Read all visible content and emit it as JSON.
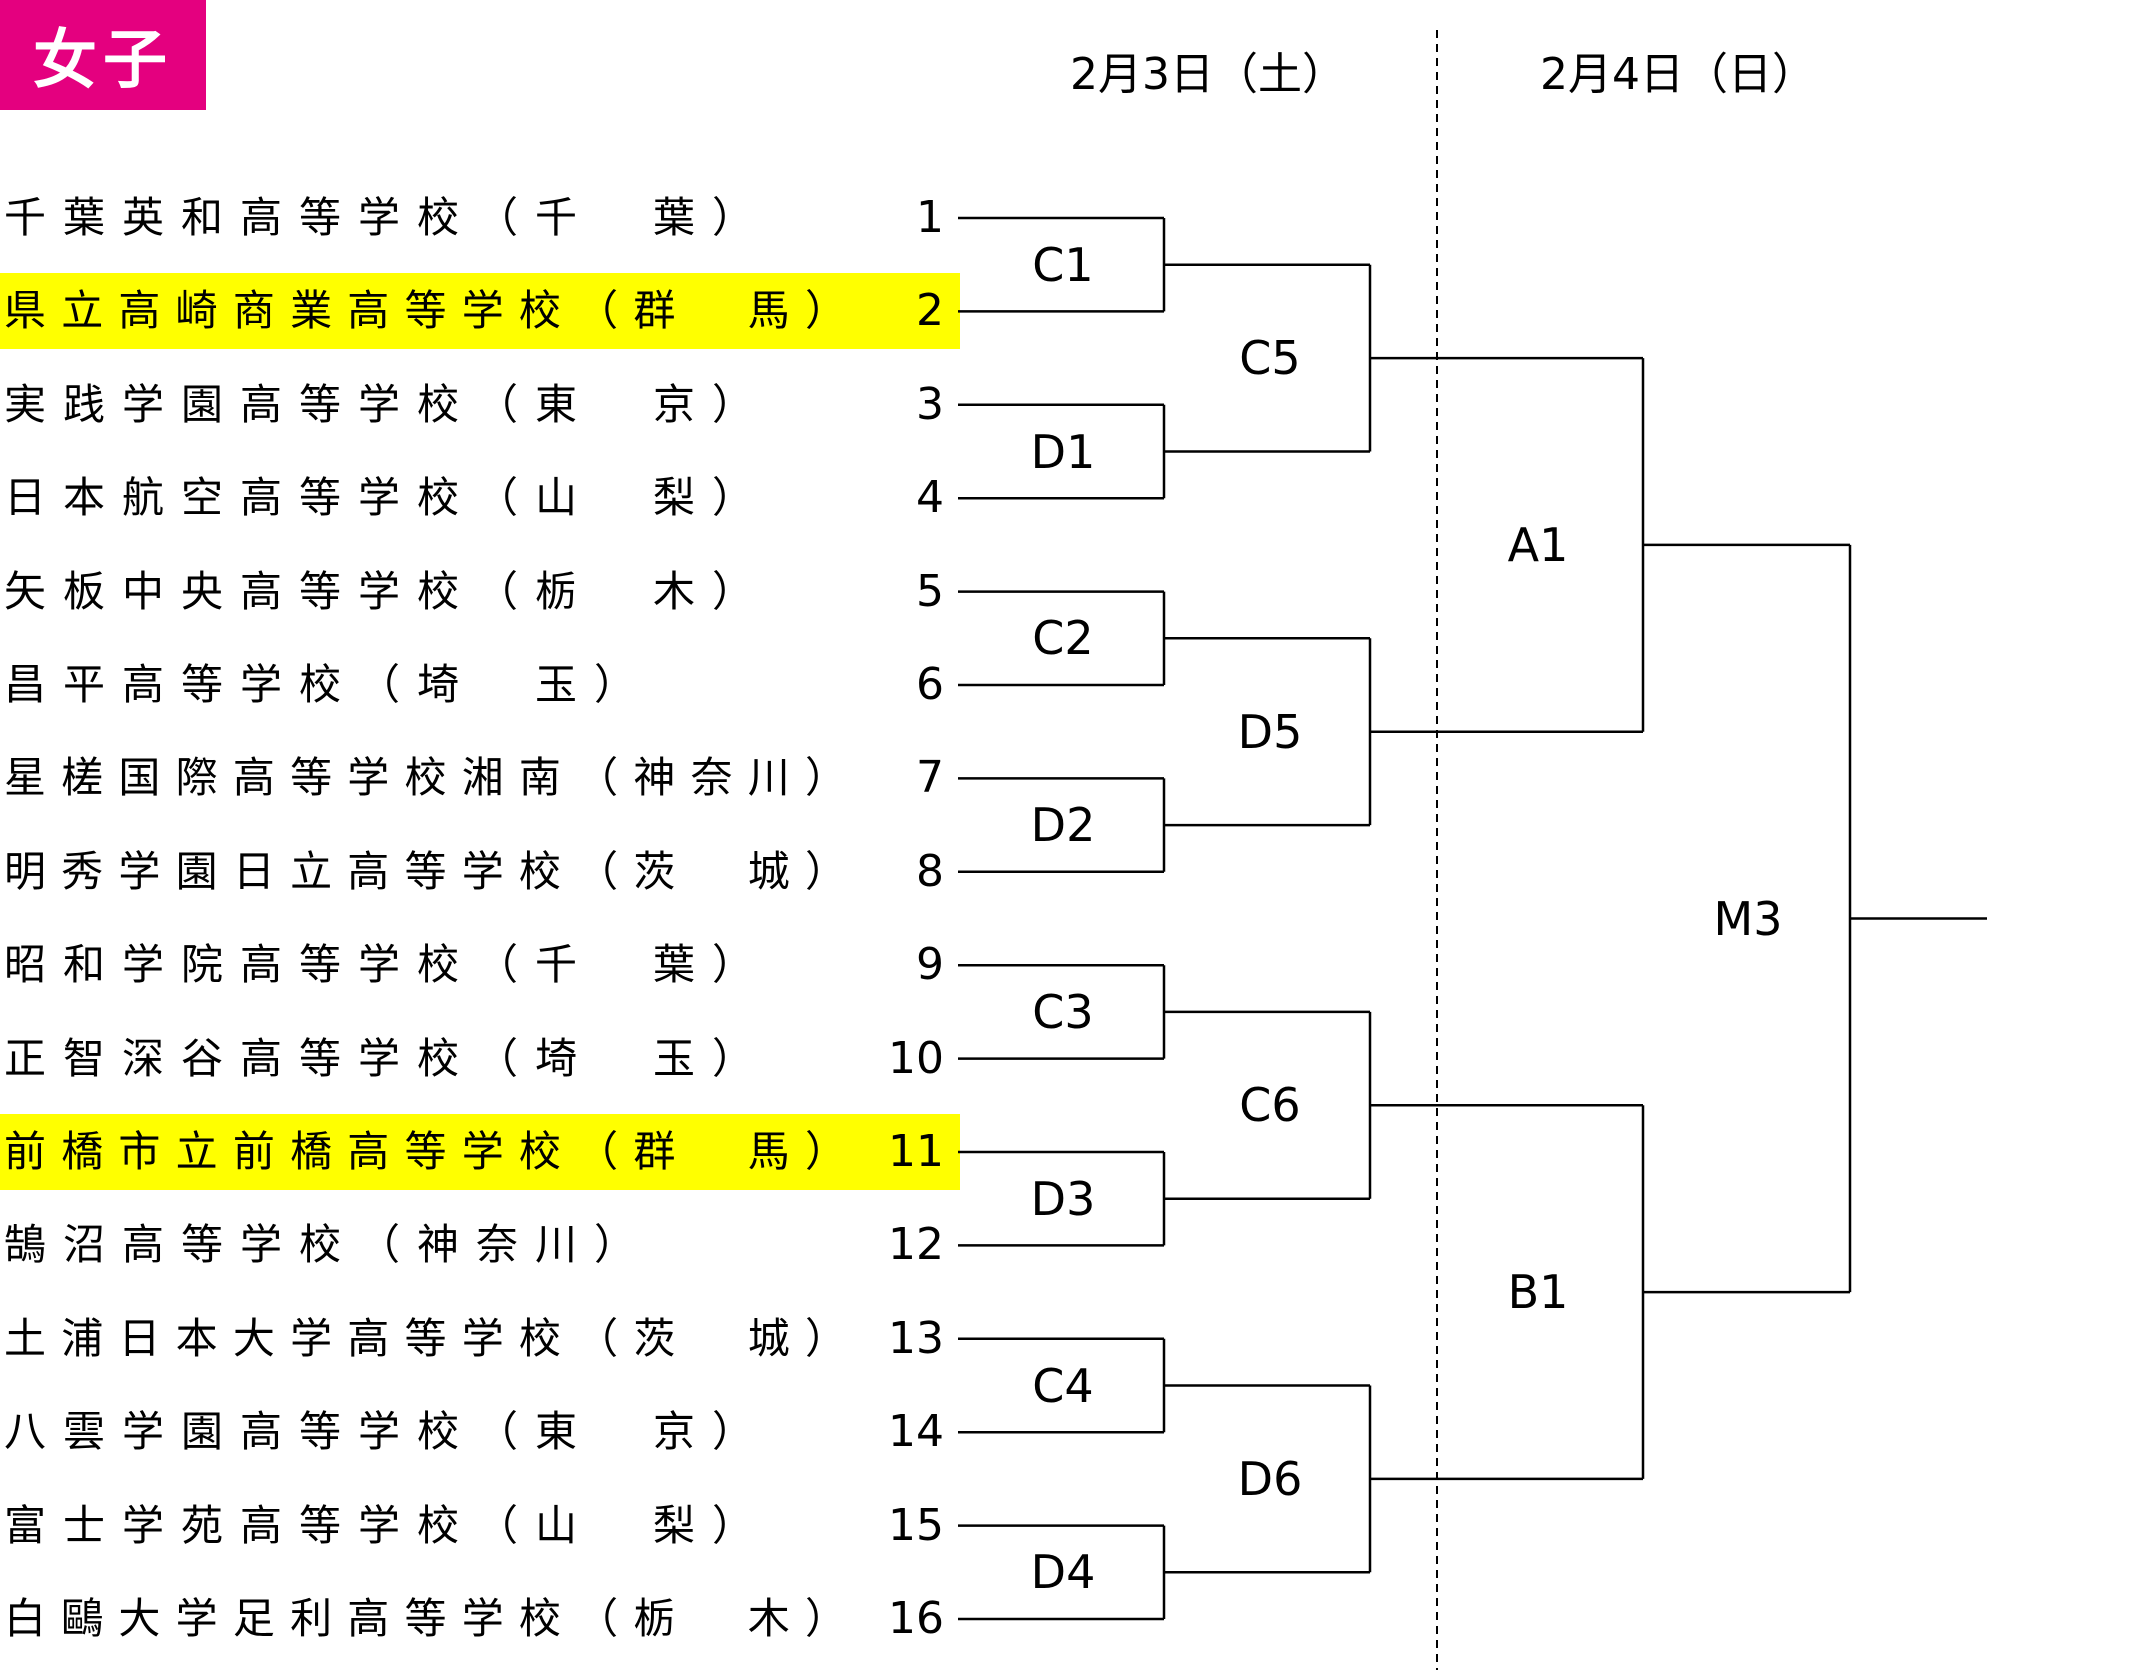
{
  "title": "女子",
  "colors": {
    "title_bg": "#e4007f",
    "highlight": "#ffff00",
    "line": "#000000"
  },
  "days": [
    {
      "label": "2月3日（土）"
    },
    {
      "label": "2月4日（日）"
    }
  ],
  "teams": [
    {
      "seed": "1",
      "name": "千葉英和高等学校（千　葉）",
      "highlight": false
    },
    {
      "seed": "2",
      "name": "県立高崎商業高等学校（群　馬）",
      "highlight": true
    },
    {
      "seed": "3",
      "name": "実践学園高等学校（東　京）",
      "highlight": false
    },
    {
      "seed": "4",
      "name": "日本航空高等学校（山　梨）",
      "highlight": false
    },
    {
      "seed": "5",
      "name": "矢板中央高等学校（栃　木）",
      "highlight": false
    },
    {
      "seed": "6",
      "name": "昌平高等学校（埼　玉）",
      "highlight": false
    },
    {
      "seed": "7",
      "name": "星槎国際高等学校湘南（神奈川）",
      "highlight": false
    },
    {
      "seed": "8",
      "name": "明秀学園日立高等学校（茨　城）",
      "highlight": false
    },
    {
      "seed": "9",
      "name": "昭和学院高等学校（千　葉）",
      "highlight": false
    },
    {
      "seed": "10",
      "name": "正智深谷高等学校（埼　玉）",
      "highlight": false
    },
    {
      "seed": "11",
      "name": "前橋市立前橋高等学校（群　馬）",
      "highlight": true
    },
    {
      "seed": "12",
      "name": "鵠沼高等学校（神奈川）",
      "highlight": false
    },
    {
      "seed": "13",
      "name": "土浦日本大学高等学校（茨　城）",
      "highlight": false
    },
    {
      "seed": "14",
      "name": "八雲学園高等学校（東　京）",
      "highlight": false
    },
    {
      "seed": "15",
      "name": "富士学苑高等学校（山　梨）",
      "highlight": false
    },
    {
      "seed": "16",
      "name": "白鷗大学足利高等学校（栃　木）",
      "highlight": false
    }
  ],
  "matches": {
    "round1": [
      "C1",
      "D1",
      "C2",
      "D2",
      "C3",
      "D3",
      "C4",
      "D4"
    ],
    "round2": [
      "C5",
      "D5",
      "C6",
      "D6"
    ],
    "round3": [
      "A1",
      "B1"
    ],
    "final": "M3"
  }
}
